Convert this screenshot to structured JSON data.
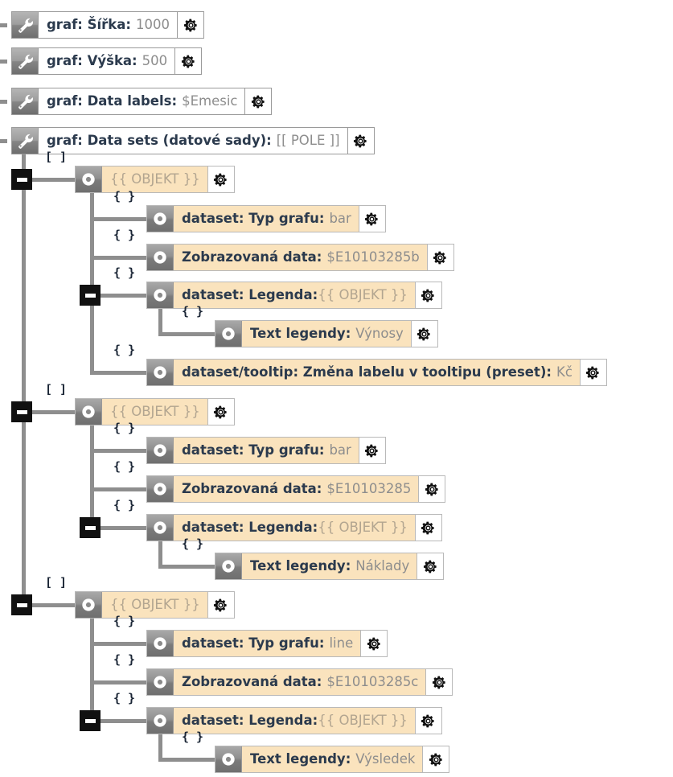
{
  "app": {
    "type": "property-tree-editor",
    "language": "cs",
    "colors": {
      "cream_row": "#fae3bd",
      "white_row": "#ffffff",
      "key_text": "#2b3a4d",
      "value_text": "#8d8d8d",
      "placeholder_text": "#b2a590",
      "connector": "#8e8e8e",
      "toggle": "#111111"
    }
  },
  "icons": {
    "wrench": "wrench-icon",
    "bullet": "record-circle-icon",
    "gear": "gear-icon",
    "collapse": "minus-toggle-icon"
  },
  "tags": {
    "array": "[ ]",
    "object": "{ }"
  },
  "rows": [
    {
      "id": "graf-sirka",
      "icon": "wrench",
      "key": "graf: Šířka:",
      "value": "1000",
      "style": "white",
      "placeholder": false
    },
    {
      "id": "graf-vyska",
      "icon": "wrench",
      "key": "graf: Výška:",
      "value": "500",
      "style": "white",
      "placeholder": false
    },
    {
      "id": "graf-data-labels",
      "icon": "wrench",
      "key": "graf: Data labels:",
      "value": "$Emesic",
      "style": "white",
      "placeholder": false
    },
    {
      "id": "graf-data-sets",
      "icon": "wrench",
      "key": "graf: Data sets (datové sady):",
      "value": "[[ POLE ]]",
      "style": "white",
      "placeholder": false
    }
  ],
  "datasets": [
    {
      "id": "dataset-1",
      "tag": "[ ]",
      "header": {
        "key": "",
        "value": "{{ OBJEKT }}",
        "placeholder": true
      },
      "children": [
        {
          "id": "ds1-typ",
          "tag": "{ }",
          "key": "dataset: Typ grafu:",
          "value": "bar",
          "placeholder": false
        },
        {
          "id": "ds1-data",
          "tag": "{ }",
          "key": "Zobrazovaná data:",
          "value": "$E10103285b",
          "placeholder": false
        },
        {
          "id": "ds1-legenda",
          "tag": "{ }",
          "key": "dataset: Legenda:",
          "value": "{{ OBJEKT }}",
          "placeholder": true,
          "children": [
            {
              "id": "ds1-legenda-text",
              "tag": "{ }",
              "key": "Text legendy:",
              "value": "Výnosy",
              "placeholder": false
            }
          ]
        },
        {
          "id": "ds1-tooltip",
          "tag": "{ }",
          "key": "dataset/tooltip: Změna labelu v tooltipu (preset):",
          "value": "Kč",
          "placeholder": false
        }
      ]
    },
    {
      "id": "dataset-2",
      "tag": "[ ]",
      "header": {
        "key": "",
        "value": "{{ OBJEKT }}",
        "placeholder": true
      },
      "children": [
        {
          "id": "ds2-typ",
          "tag": "{ }",
          "key": "dataset: Typ grafu:",
          "value": "bar",
          "placeholder": false
        },
        {
          "id": "ds2-data",
          "tag": "{ }",
          "key": "Zobrazovaná data:",
          "value": "$E10103285",
          "placeholder": false
        },
        {
          "id": "ds2-legenda",
          "tag": "{ }",
          "key": "dataset: Legenda:",
          "value": "{{ OBJEKT }}",
          "placeholder": true,
          "children": [
            {
              "id": "ds2-legenda-text",
              "tag": "{ }",
              "key": "Text legendy:",
              "value": "Náklady",
              "placeholder": false
            }
          ]
        }
      ]
    },
    {
      "id": "dataset-3",
      "tag": "[ ]",
      "header": {
        "key": "",
        "value": "{{ OBJEKT }}",
        "placeholder": true
      },
      "children": [
        {
          "id": "ds3-typ",
          "tag": "{ }",
          "key": "dataset: Typ grafu:",
          "value": "line",
          "placeholder": false
        },
        {
          "id": "ds3-data",
          "tag": "{ }",
          "key": "Zobrazovaná data:",
          "value": "$E10103285c",
          "placeholder": false
        },
        {
          "id": "ds3-legenda",
          "tag": "{ }",
          "key": "dataset: Legenda:",
          "value": "{{ OBJEKT }}",
          "placeholder": true,
          "children": [
            {
              "id": "ds3-legenda-text",
              "tag": "{ }",
              "key": "Text legendy:",
              "value": "Výsledek",
              "placeholder": false
            }
          ]
        }
      ]
    }
  ]
}
